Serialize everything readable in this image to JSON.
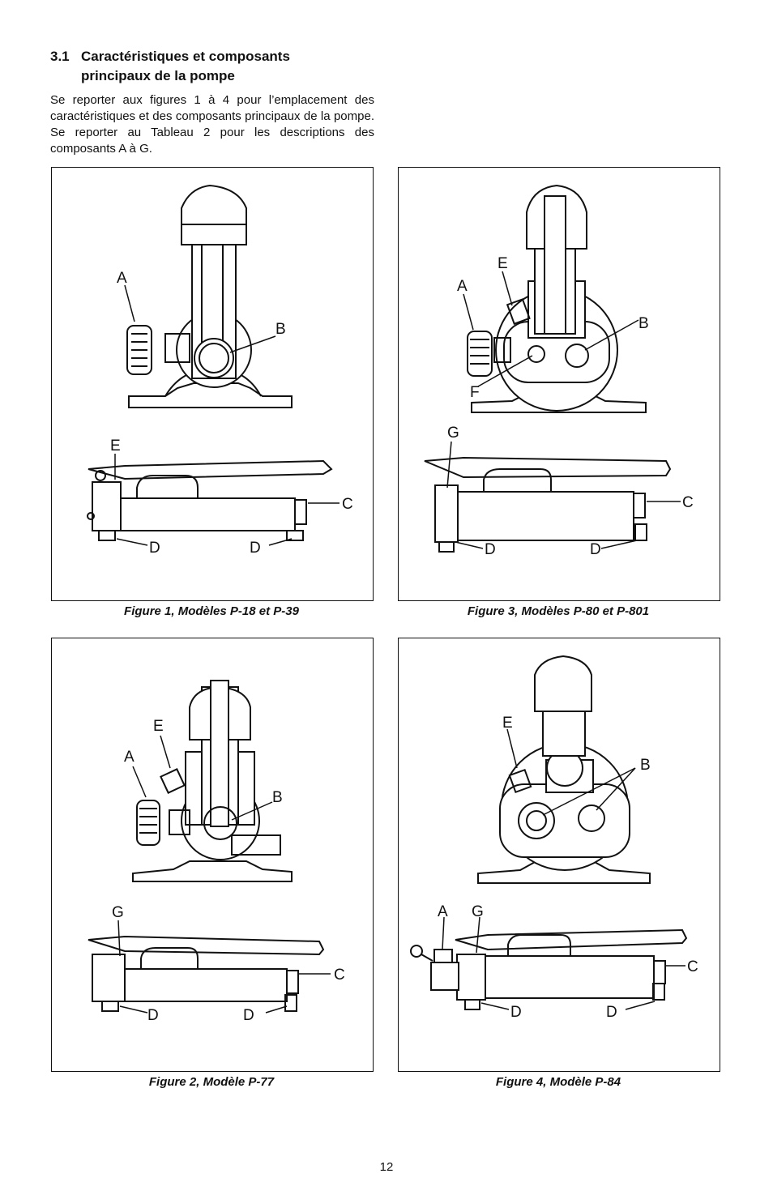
{
  "section": {
    "number": "3.1",
    "title_line1": "Caractéristiques et composants",
    "title_line2": "principaux de la pompe",
    "intro": "Se reporter aux figures 1 à 4 pour l’emplacement des caractéristiques et des composants principaux de la pompe. Se reporter au Tableau 2 pour les descriptions des composants A à G."
  },
  "figures": [
    {
      "caption": "Figure 1, Modèles P-18 et P-39",
      "labels": {
        "A": "A",
        "B": "B",
        "E": "E",
        "C": "C",
        "D1": "D",
        "D2": "D"
      }
    },
    {
      "caption": "Figure 3, Modèles P-80 et P-801",
      "labels": {
        "E": "E",
        "A": "A",
        "B": "B",
        "F": "F",
        "G": "G",
        "C": "C",
        "D1": "D",
        "D2": "D"
      }
    },
    {
      "caption": "Figure 2, Modèle P-77",
      "labels": {
        "E": "E",
        "A": "A",
        "B": "B",
        "G": "G",
        "C": "C",
        "D1": "D",
        "D2": "D"
      }
    },
    {
      "caption": "Figure 4, Modèle P-84",
      "labels": {
        "E": "E",
        "B": "B",
        "A": "A",
        "G": "G",
        "C": "C",
        "D1": "D",
        "D2": "D"
      }
    }
  ],
  "page_number": "12"
}
